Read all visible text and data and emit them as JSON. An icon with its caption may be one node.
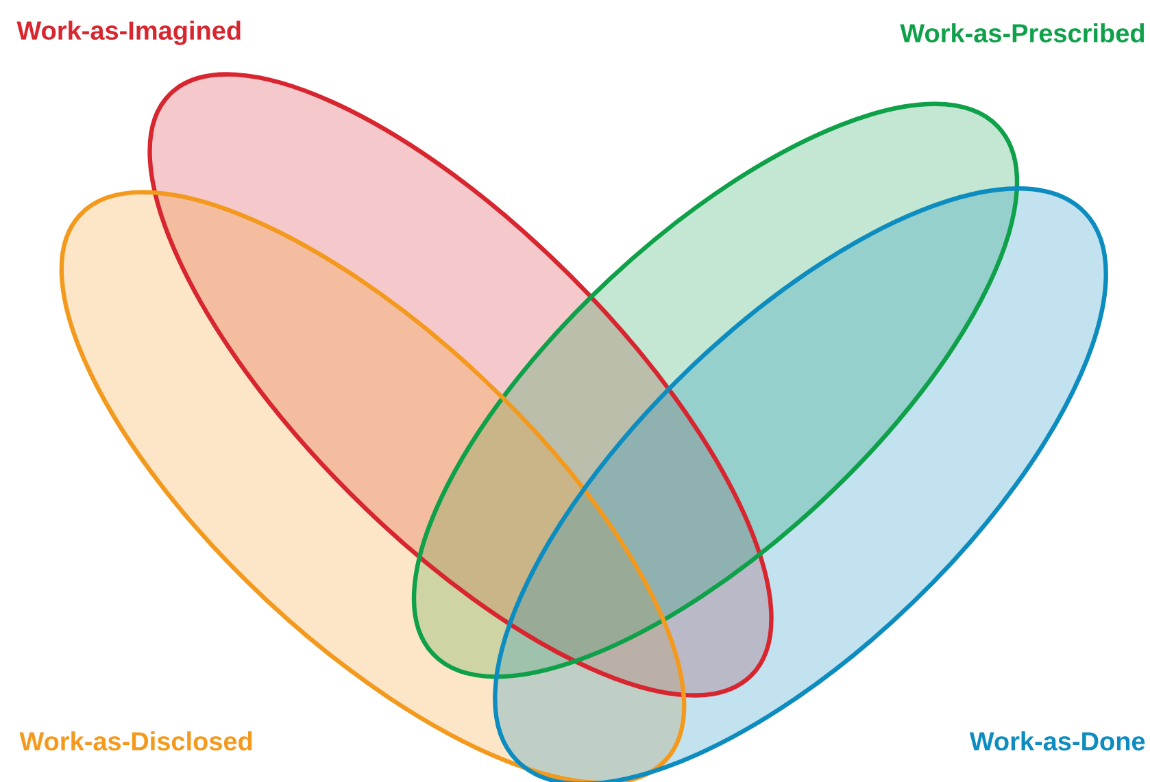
{
  "diagram": {
    "nodes": [
      {
        "text": [
          "Work-as-Imagined"
        ]
      },
      {
        "text": [
          "Work-as-Prescribed"
        ]
      },
      {
        "text": [
          "Work-as-Disclosed"
        ]
      },
      {
        "text": [
          "Work-as-Done"
        ]
      }
    ]
  }
}
